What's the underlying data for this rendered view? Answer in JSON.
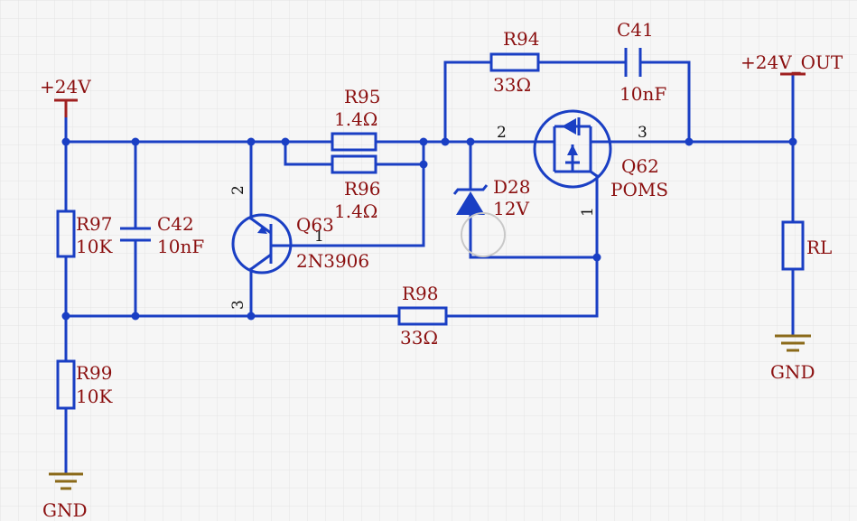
{
  "power": {
    "vin_label": "+24V",
    "vout_label": "+24V_OUT",
    "gnd_left_label": "GND",
    "gnd_right_label": "GND"
  },
  "components": {
    "r94": {
      "ref": "R94",
      "value": "33Ω"
    },
    "c41": {
      "ref": "C41",
      "value": "10nF"
    },
    "r95": {
      "ref": "R95",
      "value": "1.4Ω"
    },
    "r96": {
      "ref": "R96",
      "value": "1.4Ω"
    },
    "r97": {
      "ref": "R97",
      "value": "10K"
    },
    "c42": {
      "ref": "C42",
      "value": "10nF"
    },
    "q63": {
      "ref": "Q63",
      "value": "2N3906",
      "pin1": "1",
      "pin2": "2",
      "pin3": "3"
    },
    "d28": {
      "ref": "D28",
      "value": "12V"
    },
    "q62": {
      "ref": "Q62",
      "value": "POMS",
      "pin1": "1",
      "pin2": "2",
      "pin3": "3"
    },
    "r98": {
      "ref": "R98",
      "value": "33Ω"
    },
    "r99": {
      "ref": "R99",
      "value": "10K"
    },
    "rl": {
      "ref": "RL"
    }
  },
  "colors": {
    "wire": "#1a3fc4",
    "label": "#8b1010",
    "background": "#f6f6f6",
    "grid": "#e2e2e2"
  }
}
